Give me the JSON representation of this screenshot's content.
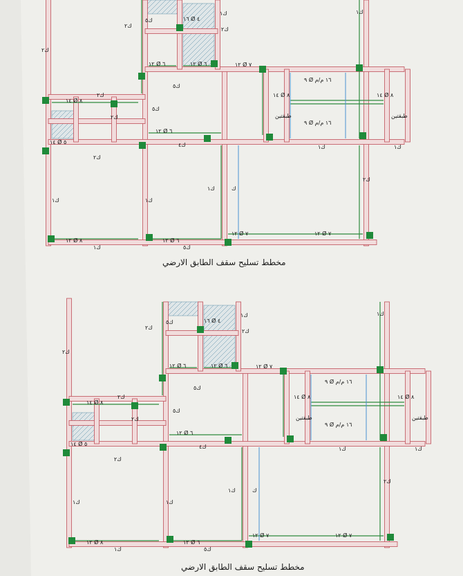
{
  "labels": {
    "k1": "ك١",
    "k2": "ك٢",
    "k4": "ك٤",
    "k5": "ك٥",
    "k": "ك",
    "r12_8": "١٢ Ø ٨",
    "r12_6": "١٢ Ø ٦",
    "r12_7": "١٢ Ø ٧",
    "r14_8": "١٤ Ø ٨",
    "r16_4": "١٦ Ø ٤",
    "r14_5": "١٤ Ø ٥",
    "r16_9": "٩ Ø ١٦ م/م",
    "two_layers": "طبقتين"
  },
  "plans": [
    {
      "title": "مخطط تسليح سقف الطابق الارضي"
    },
    {
      "title": "مخطط تسليح سقف الطابق الارضي"
    }
  ],
  "colors": {
    "beam": "#c0505a",
    "beam_fill": "#f1dcdc",
    "column": "#1f8a3a",
    "rebar": "#2e8b3e",
    "hatch": "#5a8fa8",
    "paper": "#eeeeea"
  }
}
